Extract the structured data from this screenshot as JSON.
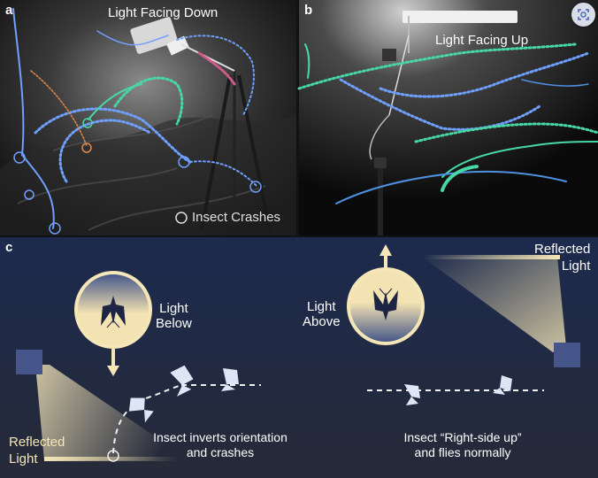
{
  "panels": {
    "a": {
      "letter": "a",
      "title": "Light Facing Down",
      "legend": "Insect Crashes"
    },
    "b": {
      "letter": "b",
      "title": "Light Facing Up"
    },
    "c": {
      "letter": "c",
      "left": {
        "light_label_line1": "Light",
        "light_label_line2": "Below",
        "reflected_line1": "Reflected",
        "reflected_line2": "Light",
        "caption_line1": "Insect inverts orientation",
        "caption_line2": "and crashes"
      },
      "right": {
        "light_label_line1": "Light",
        "light_label_line2": "Above",
        "reflected_line1": "Reflected",
        "reflected_line2": "Light",
        "caption_line1": "Insect “Right-side up”",
        "caption_line2": "and flies normally"
      }
    }
  },
  "colors": {
    "trace_blue": "#6fa0ff",
    "trace_green": "#48d8a6",
    "trace_orange": "#e08a4a",
    "trace_pink": "#d05a8a",
    "light_cream": "#f5e6b8",
    "panel_c_top": "#1c2a4e",
    "panel_c_bottom": "#252b3c"
  },
  "icons": {
    "top_right": "scan-icon"
  }
}
